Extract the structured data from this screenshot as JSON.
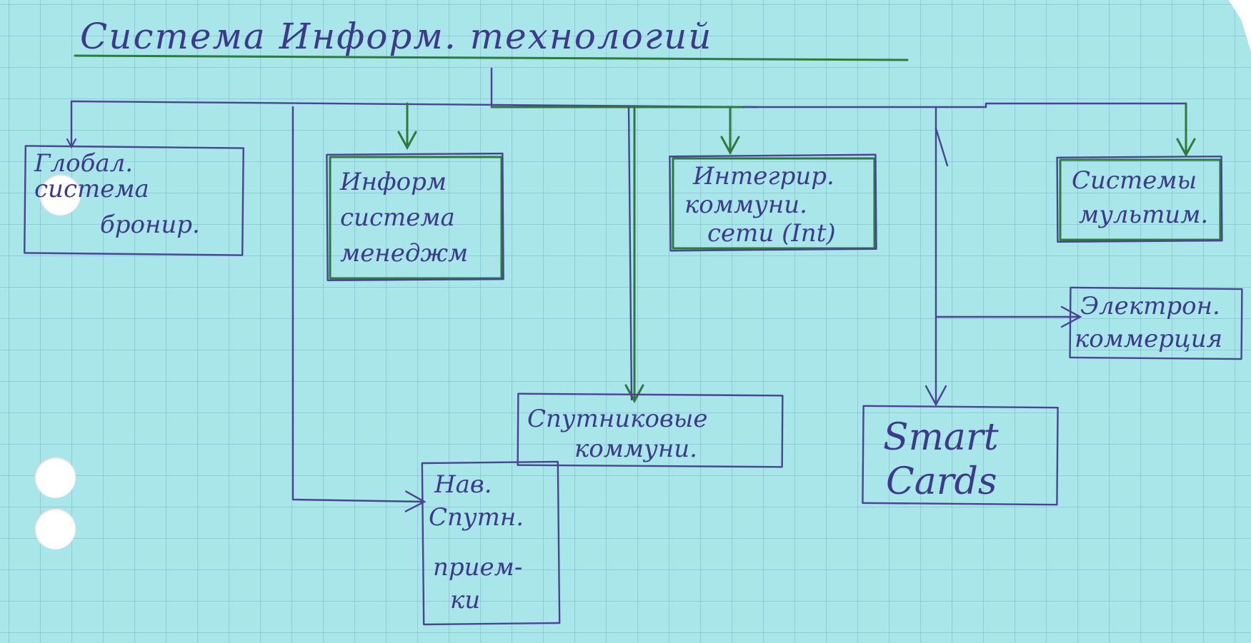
{
  "title": "Система Информ. технологий",
  "boxes": {
    "global": [
      "Глобал.",
      "система",
      "брониp."
    ],
    "infomgmt": [
      "Информ",
      "система",
      "менеджм"
    ],
    "integr": [
      "Интегрир.",
      "коммуни.",
      "сети (Int)"
    ],
    "multimedia": [
      "Системы",
      "мультим."
    ],
    "satellite_comm": [
      "Спутниковые",
      "коммуни."
    ],
    "satellite_nav": [
      "Нав.",
      "Спутн.",
      "прием-",
      "ки"
    ],
    "smartcards": [
      "Smart",
      "Cards"
    ],
    "ecommerce": [
      "Электрон.",
      "коммерция"
    ]
  },
  "colors": {
    "paper": "#a8e6ea",
    "ink_purple": "#4a4394",
    "ink_green": "#2f7a3a"
  }
}
